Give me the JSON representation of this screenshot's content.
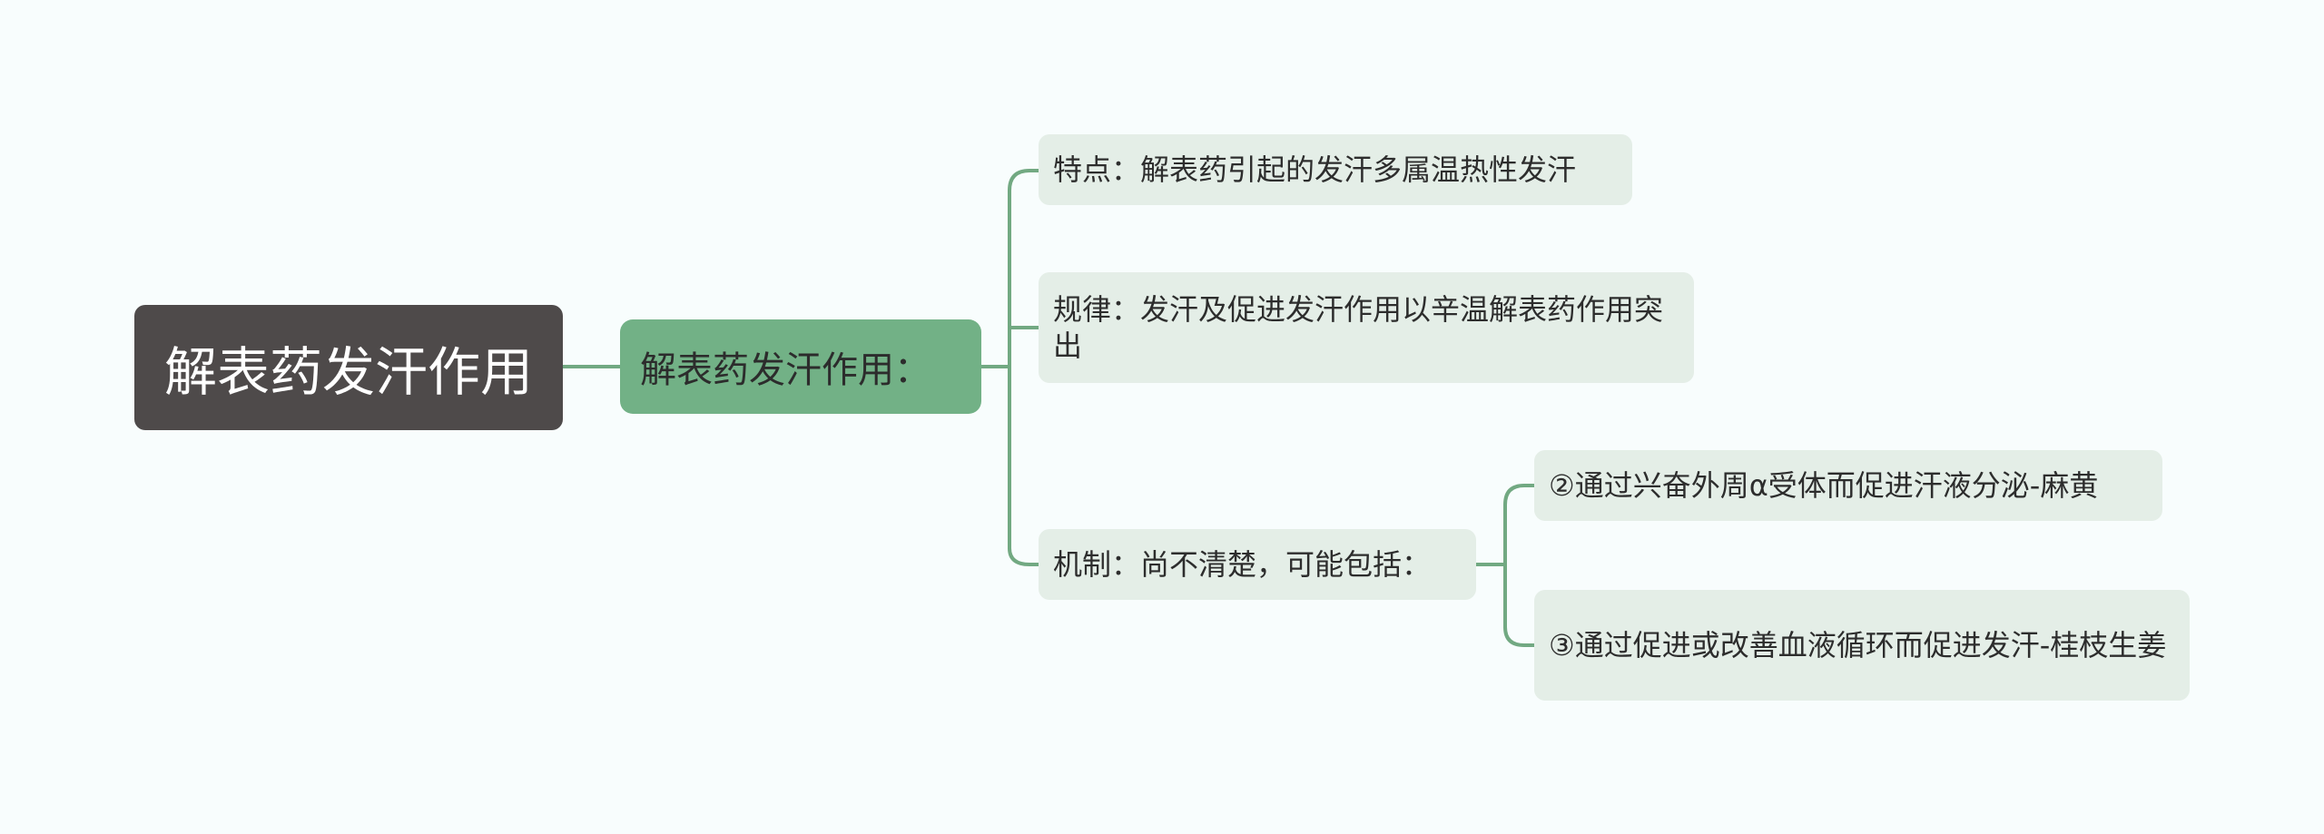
{
  "root": {
    "label": "解表药发汗作用"
  },
  "main": {
    "label": "解表药发汗作用："
  },
  "children": {
    "feature": "特点：解表药引起的发汗多属温热性发汗",
    "rule": "规律：发汗及促进发汗作用以辛温解表药作用突出",
    "mechanism": "机制：尚不清楚，可能包括：",
    "mechanism_items": [
      "②通过兴奋外周α受体而促进汗液分泌-麻黄",
      "③通过促进或改善血液循环而促进发汗-桂枝生姜"
    ]
  },
  "colors": {
    "background": "#f8fdfd",
    "root_fill": "#4e4a4a",
    "main_fill": "#72b186",
    "leaf_fill": "#e4eee7",
    "connector": "#72a982"
  }
}
